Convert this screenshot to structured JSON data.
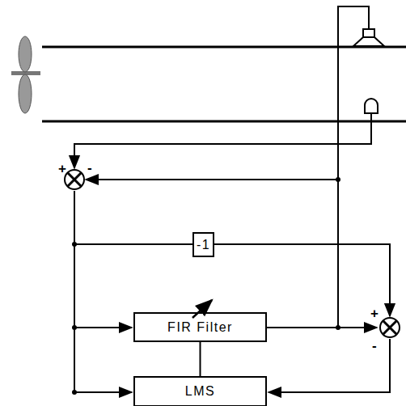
{
  "diagram": {
    "nodes": [
      {
        "text": [
          "-1"
        ]
      },
      {
        "text": [
          "FIR Filter"
        ]
      },
      {
        "text": [
          "LMS"
        ]
      }
    ],
    "edges": [
      {
        "from": 1,
        "to": 2,
        "arrow": "none"
      }
    ],
    "labels": [
      "+",
      "-",
      "+",
      "-"
    ]
  }
}
